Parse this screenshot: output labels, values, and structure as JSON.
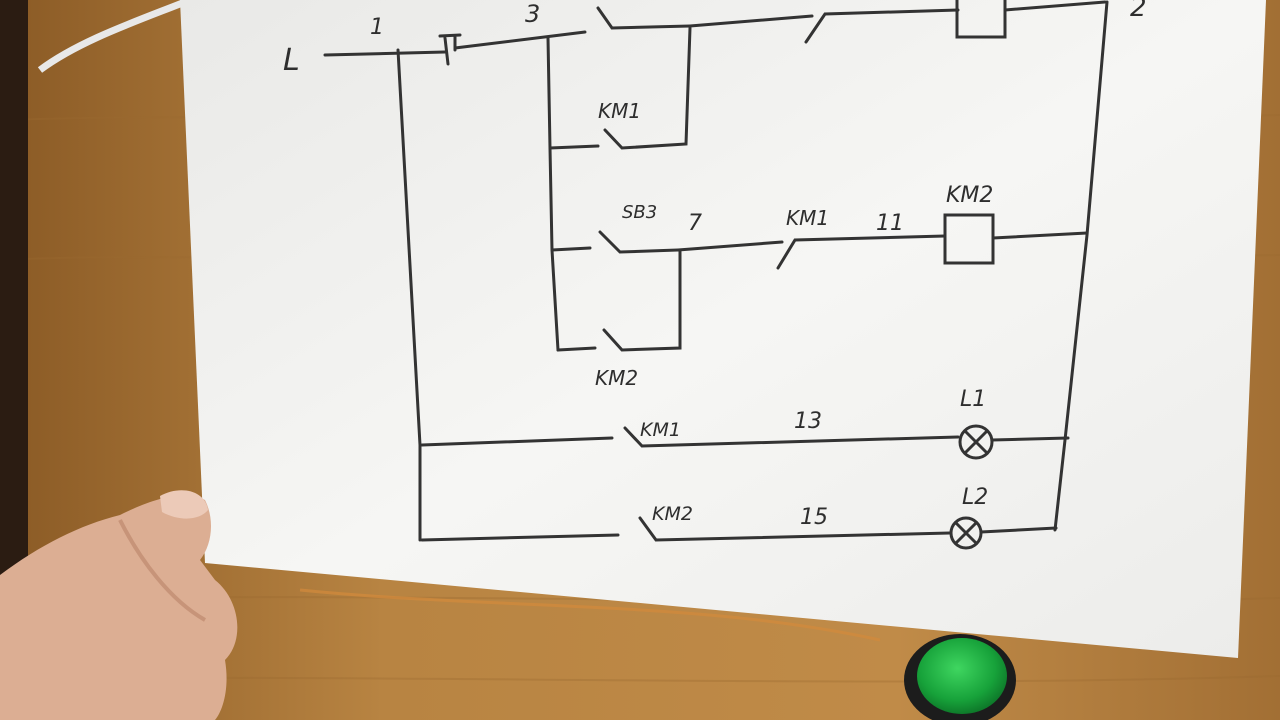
{
  "scene": {
    "surface_color": "#b5803f",
    "paper_color": "#f4f4f2",
    "ink_color": "#333333",
    "skin_color": "#dcae93",
    "button_color": "#1db042"
  },
  "diagram": {
    "labels": {
      "line_L": "L",
      "node_1": "1",
      "node_3": "3",
      "node_2": "2",
      "node_7": "7",
      "node_11": "11",
      "node_13": "13",
      "node_15": "15",
      "km1_hold": "KM1",
      "sb3": "SB3",
      "km1_interlock": "KM1",
      "km2_coil": "KM2",
      "km2_hold": "KM2",
      "km1_lamp_contact": "KM1",
      "km2_lamp_contact": "KM2",
      "lamp_L1": "L1",
      "lamp_L2": "L2"
    }
  }
}
